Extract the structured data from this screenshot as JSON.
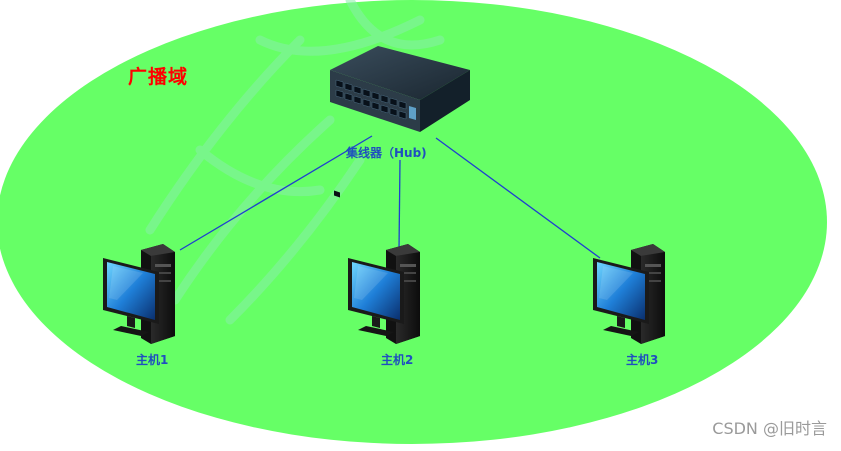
{
  "diagram": {
    "broadcast_domain_label": "广播域",
    "hub_label": "集线器（Hub)",
    "hosts": [
      {
        "label": "主机1"
      },
      {
        "label": "主机2"
      },
      {
        "label": "主机3"
      }
    ]
  },
  "watermark": "CSDN @旧时言",
  "colors": {
    "domain_fill": "#66ff66",
    "link_line": "#1f3fd0",
    "domain_label": "#ff0000",
    "device_label": "#1f4fbf",
    "hub_body": "#1b2a36"
  },
  "icons": {
    "hub": "network-hub-icon",
    "host": "desktop-computer-icon"
  }
}
